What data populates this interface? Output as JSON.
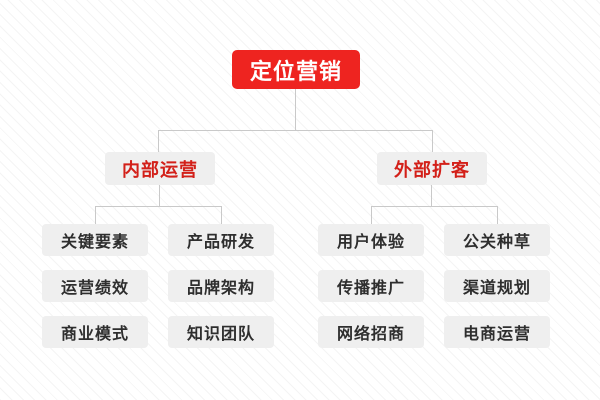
{
  "diagram": {
    "type": "organization-tree",
    "title": "定位营销",
    "colors": {
      "root_background": "#ee2420",
      "root_text": "#ffffff",
      "branch_background": "#efefef",
      "branch_text": "#d32019",
      "leaf_background": "#efefef",
      "leaf_text": "#2e2e2e",
      "connector": "#c9c9c9",
      "page_background": "#ffffff"
    },
    "root": {
      "label": "定位营销"
    },
    "branches": [
      {
        "label": "内部运营",
        "children": [
          {
            "label": "关键要素"
          },
          {
            "label": "产品研发"
          },
          {
            "label": "运营绩效"
          },
          {
            "label": "品牌架构"
          },
          {
            "label": "商业模式"
          },
          {
            "label": "知识团队"
          }
        ]
      },
      {
        "label": "外部扩客",
        "children": [
          {
            "label": "用户体验"
          },
          {
            "label": "公关种草"
          },
          {
            "label": "传播推广"
          },
          {
            "label": "渠道规划"
          },
          {
            "label": "网络招商"
          },
          {
            "label": "电商运营"
          }
        ]
      }
    ]
  }
}
